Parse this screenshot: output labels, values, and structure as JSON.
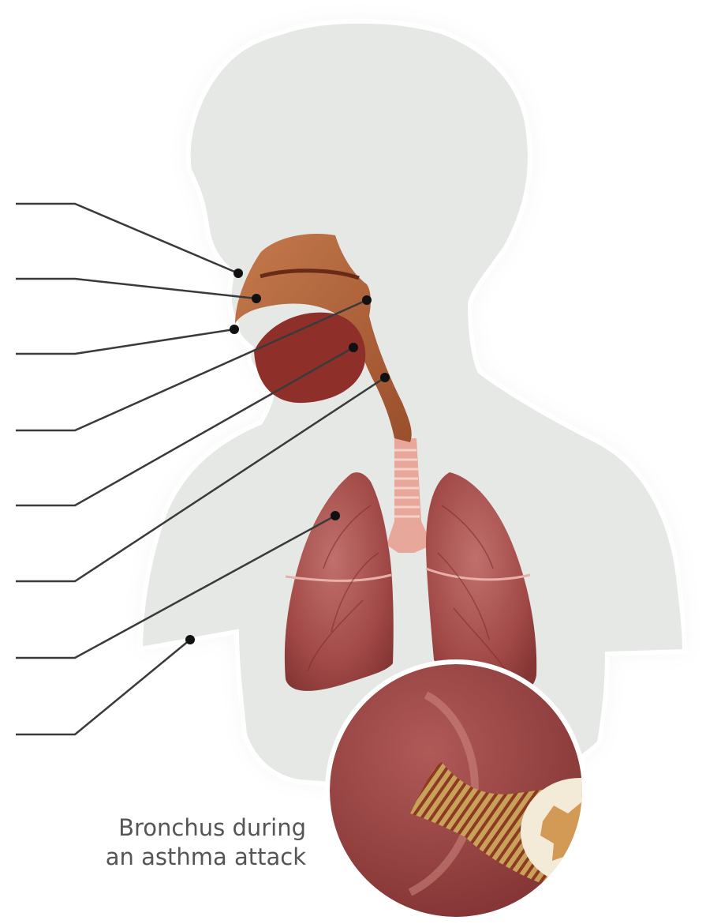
{
  "diagram": {
    "subject": "respiratory system",
    "caption": {
      "line1": "Bronchus during",
      "line2": "an asthma attack"
    },
    "label_slots": [
      {
        "id": "label-1",
        "text": ""
      },
      {
        "id": "label-2",
        "text": ""
      },
      {
        "id": "label-3",
        "text": ""
      },
      {
        "id": "label-4",
        "text": ""
      },
      {
        "id": "label-5",
        "text": ""
      },
      {
        "id": "label-6",
        "text": ""
      },
      {
        "id": "label-7",
        "text": ""
      },
      {
        "id": "label-8",
        "text": ""
      }
    ]
  },
  "colors": {
    "silhouette": "#e6e8e6",
    "silhouette_outline": "#ffffff",
    "airway": "#b8683d",
    "tongue": "#8e2f2a",
    "lung": "#a8504f",
    "trachea": "#e7a79a",
    "leader_line": "#3a3a3a",
    "caption_text": "#555555"
  }
}
